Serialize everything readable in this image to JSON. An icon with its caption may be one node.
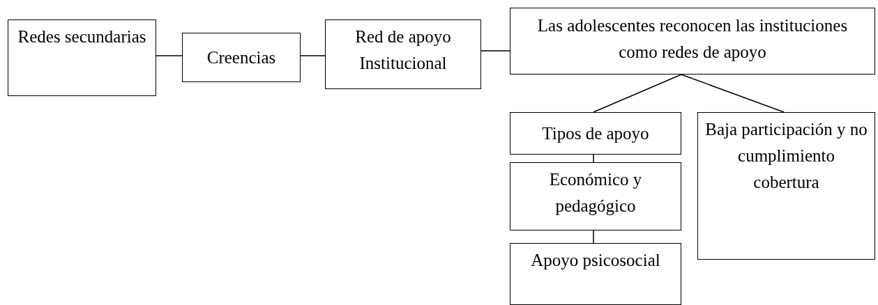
{
  "diagram": {
    "nodes": [
      {
        "text": [
          "Redes secundarias"
        ]
      },
      {
        "text": [
          "Creencias"
        ]
      },
      {
        "text": [
          "Red de apoyo Institucional"
        ]
      },
      {
        "text": [
          "Las adolescentes reconocen las instituciones como redes de apoyo"
        ]
      },
      {
        "text": [
          "Tipos de apoyo"
        ]
      },
      {
        "text": [
          "Económico y pedagógico"
        ]
      },
      {
        "text": [
          "Apoyo psicosocial"
        ]
      },
      {
        "text": [
          "Baja participación y no cumplimiento cobertura"
        ]
      }
    ],
    "edges": [
      {
        "from": 0,
        "to": 1,
        "arrow": "none"
      },
      {
        "from": 1,
        "to": 2,
        "arrow": "none"
      },
      {
        "from": 2,
        "to": 3,
        "arrow": "none"
      },
      {
        "from": 3,
        "to": 4,
        "arrow": "none"
      },
      {
        "from": 3,
        "to": 7,
        "arrow": "none"
      },
      {
        "from": 4,
        "to": 5,
        "arrow": "none"
      },
      {
        "from": 5,
        "to": 6,
        "arrow": "none"
      }
    ]
  }
}
